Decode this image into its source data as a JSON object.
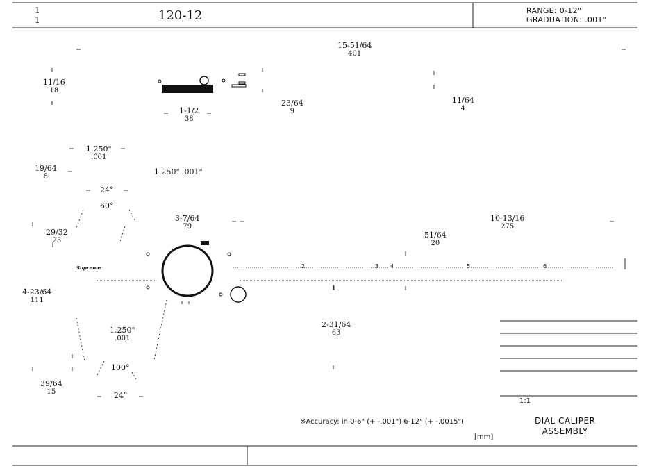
{
  "drawing": {
    "corner_top": "1",
    "corner_bottom": "1",
    "part_number": "120-12",
    "range": "RANGE: 0-12\"",
    "graduation": "GRADUATION: .001\""
  },
  "dimensions": {
    "overall": {
      "frac": "15-51/64",
      "mm": "401"
    },
    "jaw_depth": {
      "frac": "11/16",
      "mm": "18"
    },
    "beam_width": {
      "frac": "1-1/2",
      "mm": "38"
    },
    "beam_thk": {
      "frac": "23/64",
      "mm": "9"
    },
    "depth_rod": {
      "frac": "11/64",
      "mm": "4"
    },
    "inside_jaw": {
      "frac": "1.250\"",
      "mm": ".001"
    },
    "jaw_tip": {
      "frac": "19/64",
      "mm": "8"
    },
    "inside_tol": "1.250\" .001\"",
    "jaw_angle_1": "24°",
    "jaw_angle_2": "60°",
    "dial_offset": {
      "frac": "3-7/64",
      "mm": "79"
    },
    "jaw_thk": {
      "frac": "29/32",
      "mm": "23"
    },
    "beam_length": {
      "frac": "10-13/16",
      "mm": "275"
    },
    "rail": {
      "frac": "51/64",
      "mm": "20"
    },
    "head_height": {
      "frac": "4-23/64",
      "mm": "111"
    },
    "lower_depth": {
      "frac": "2-31/64",
      "mm": "63"
    },
    "outside_tol": {
      "frac": "1.250\"",
      "mm": ".001"
    },
    "jaw_angle_3": "100°",
    "jaw_angle_4": "24°",
    "base": {
      "frac": "39/64",
      "mm": "15"
    },
    "scale_marks": [
      "1",
      "2",
      "3",
      "4",
      "5",
      "6"
    ]
  },
  "brand": "Supreme",
  "footer": {
    "accuracy": "※Accuracy: in 0-6\" (+ -.001\") 6-12\" (+ -.0015\")",
    "unit": "[mm]",
    "title_line1": "DIAL CALIPER",
    "title_line2": "ASSEMBLY",
    "scale_label": "1:1"
  }
}
